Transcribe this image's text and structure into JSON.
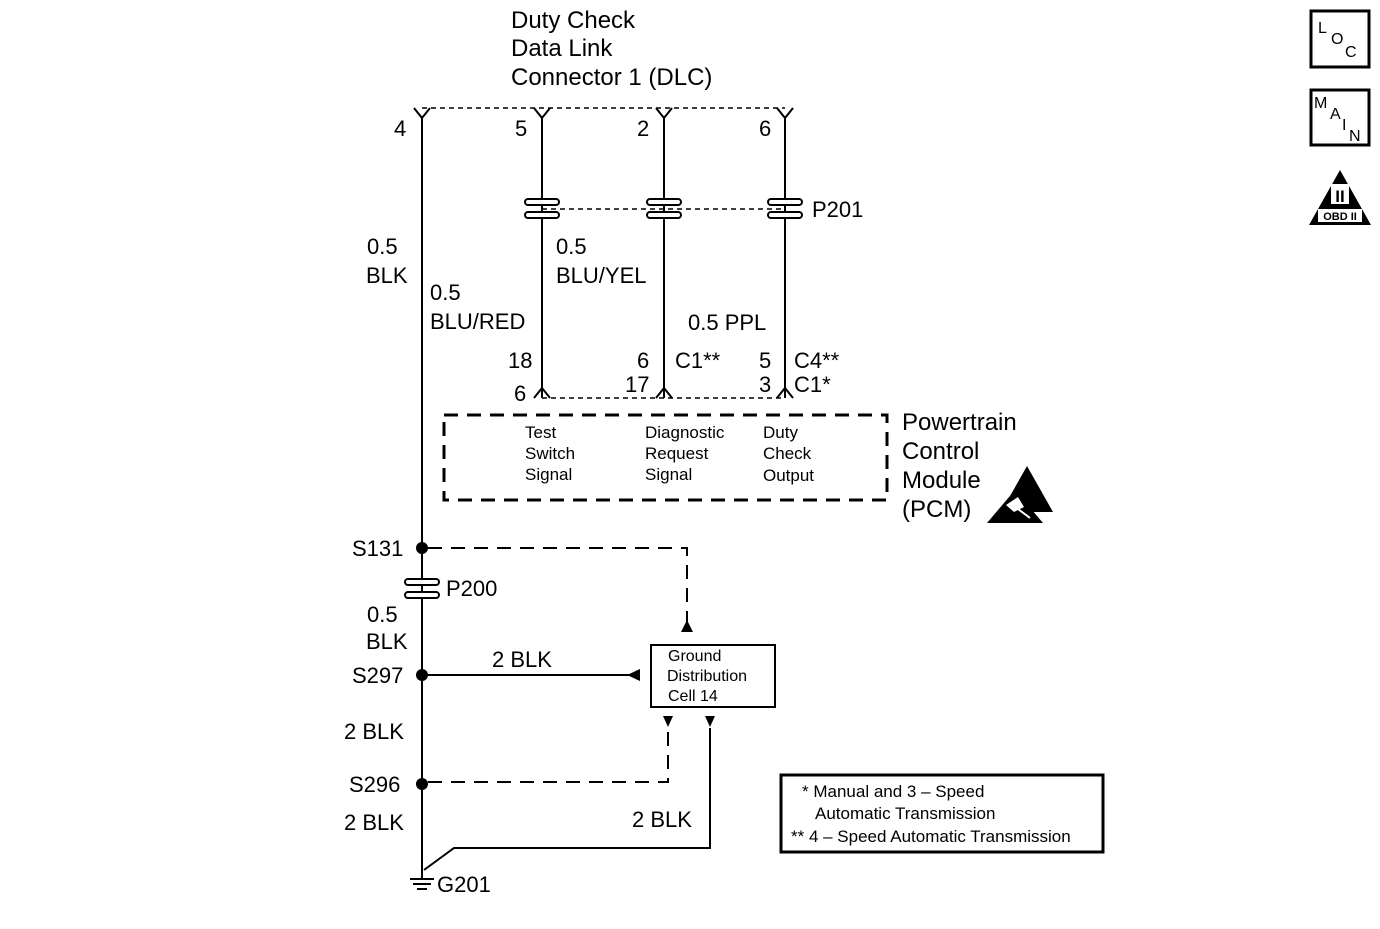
{
  "dlc": {
    "title_lines": [
      "Duty Check",
      "Data Link",
      "Connector 1 (DLC)"
    ],
    "pins": [
      "4",
      "5",
      "2",
      "6"
    ]
  },
  "p201": "P201",
  "p200": "P200",
  "wires": {
    "blk_gauge": "0.5",
    "blk_color": "BLK",
    "blu_red_gauge": "0.5",
    "blu_red_color": "BLU/RED",
    "blu_yel_gauge": "0.5",
    "blu_yel_color": "BLU/YEL",
    "ppl": "0.5 PPL",
    "lower_blk_gauge": "0.5",
    "lower_blk_color": "BLK",
    "blk_2_a": "2 BLK",
    "blk_2_b": "2 BLK",
    "blk_2_c": "2 BLK",
    "blk_2_d": "2 BLK"
  },
  "pcm_pins": {
    "col1_top": "18",
    "col1_bottom": "6",
    "col2_top": "6",
    "col2_bottom": "17",
    "col3_top": "5",
    "col3_bottom": "3",
    "conn_c1_dd": "C1**",
    "conn_c4_dd": "C4**",
    "conn_c1_d": "C1*"
  },
  "pcm": {
    "name_lines": [
      "Powertrain",
      "Control",
      "Module",
      "(PCM)"
    ],
    "signals": [
      [
        "Test",
        "Switch",
        "Signal"
      ],
      [
        "Diagnostic",
        "Request",
        "Signal"
      ],
      [
        "Duty",
        "Check",
        "Output"
      ]
    ]
  },
  "splices": {
    "s131": "S131",
    "s297": "S297",
    "s296": "S296"
  },
  "ground": "G201",
  "gdc_lines": [
    "Ground",
    "Distribution",
    "Cell 14"
  ],
  "notes": [
    "* Manual and 3 – Speed",
    "Automatic Transmission",
    "** 4 – Speed Automatic Transmission"
  ],
  "icons": {
    "loc": [
      "L",
      "O",
      "C"
    ],
    "main": [
      "M",
      "A",
      "I",
      "N"
    ],
    "obd_symbol": "II",
    "obd_label": "OBD II"
  }
}
